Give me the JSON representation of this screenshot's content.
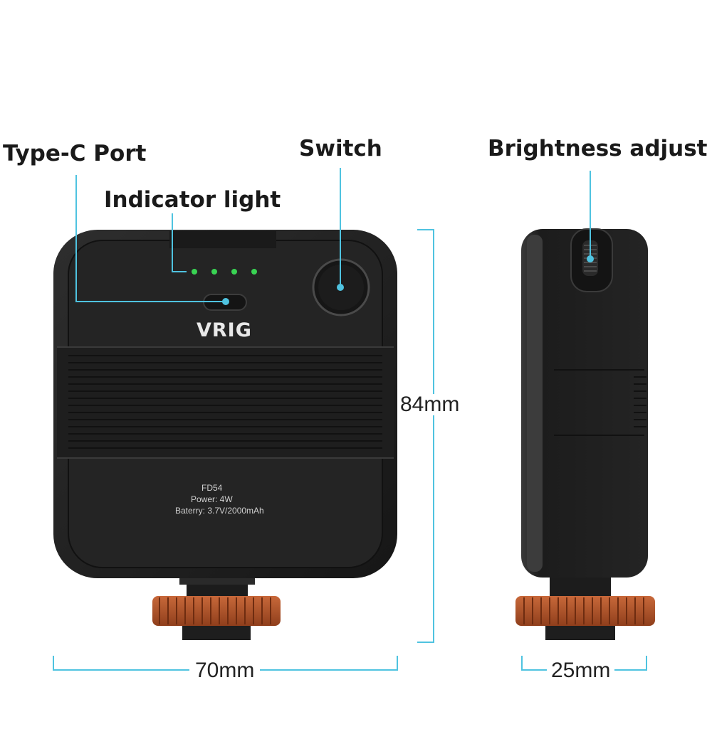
{
  "callouts": {
    "type_c_port": "Type-C Port",
    "indicator_light": "Indicator light",
    "switch": "Switch",
    "brightness_adjust": "Brightness adjust"
  },
  "dimensions": {
    "height": "84mm",
    "width": "70mm",
    "depth": "25mm"
  },
  "device": {
    "brand": "VRIG",
    "model": "FD54",
    "power": "Power:  4W",
    "battery": "Baterry:  3.7V/2000mAh"
  },
  "colors": {
    "callout_line": "#4fc3e0",
    "body": "#202020",
    "led": "#39d353",
    "cold_shoe_ring": "#b5562a"
  }
}
